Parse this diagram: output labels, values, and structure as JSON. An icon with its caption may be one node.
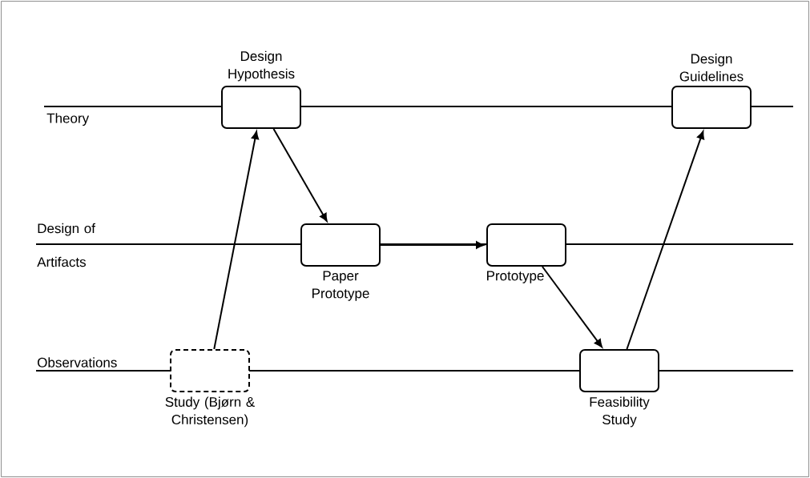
{
  "diagram": {
    "nodes": [
      {
        "text": [
          "Design Hypothesis"
        ]
      },
      {
        "text": [
          "Design Guidelines"
        ]
      },
      {
        "text": [
          "Paper Prototype"
        ]
      },
      {
        "text": [
          "Prototype"
        ]
      },
      {
        "text": [
          "Study (Bjørn & Christensen)"
        ]
      },
      {
        "text": [
          "Feasibility Study"
        ]
      }
    ],
    "edges": [
      {
        "from": 4,
        "to": 0,
        "arrow": "to"
      },
      {
        "from": 0,
        "to": 2,
        "arrow": "to"
      },
      {
        "from": 2,
        "to": 3,
        "arrow": "to"
      },
      {
        "from": 3,
        "to": 5,
        "arrow": "to"
      },
      {
        "from": 5,
        "to": 1,
        "arrow": "to"
      }
    ],
    "labels": [
      "Theory",
      "Design of Artifacts",
      "Observations"
    ]
  }
}
